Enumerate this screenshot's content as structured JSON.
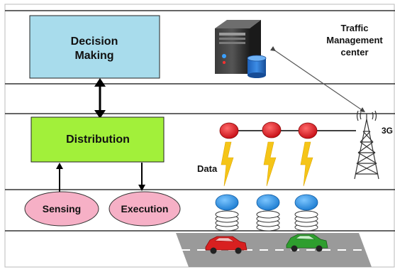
{
  "blocks": {
    "decision_making": {
      "line1": "Decision",
      "line2": "Making",
      "fill": "#a8dcec"
    },
    "distribution": {
      "label": "Distribution",
      "fill": "#a2f03a"
    },
    "sensing": {
      "label": "Sensing",
      "fill": "#f6b0c6"
    },
    "execution": {
      "label": "Execution",
      "fill": "#f6b0c6"
    }
  },
  "traffic_center": {
    "line1": "Traffic",
    "line2": "Management",
    "line3": "center"
  },
  "network": {
    "label": "3G"
  },
  "data_flow": {
    "label": "Data"
  },
  "colors": {
    "node_red": "#e4101a",
    "node_blue": "#2a92e0",
    "lightning": "#f5c518",
    "road": "#9a9a9a",
    "car_red": "#d82020",
    "car_green": "#2e9e2e"
  }
}
